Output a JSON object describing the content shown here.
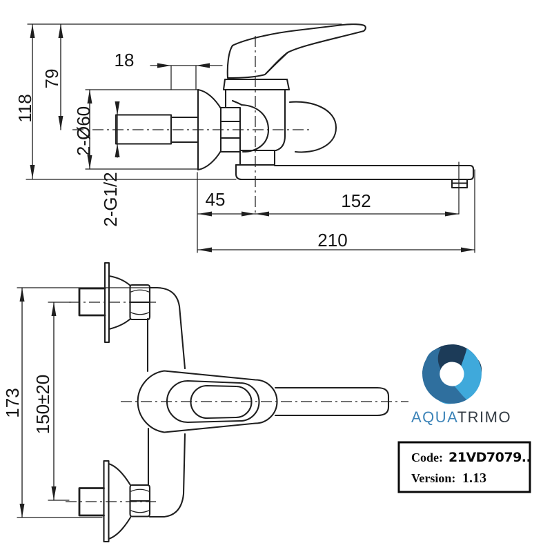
{
  "drawing": {
    "side_view": {
      "overall_height": "118",
      "center_height": "79",
      "nipple_offset": "18",
      "flange_label": "2-Ø60",
      "thread_label": "2-G1/2",
      "wall_to_axis": "45",
      "axis_to_outlet": "152",
      "overall_reach": "210"
    },
    "front_view": {
      "overall_span": "173",
      "inlet_spacing": "150±20"
    }
  },
  "logo": {
    "word_part1": "AQUA",
    "word_part2": "TRIMO",
    "colors": {
      "dark": "#1c3b58",
      "medium": "#2f6f9e",
      "light": "#3fa9db",
      "word1": "#3d84b8",
      "word2": "#343c44"
    }
  },
  "info_box": {
    "code_label": "Code:",
    "code_value": "21VD7079..",
    "version_label": "Version:",
    "version_value": "1.13"
  }
}
